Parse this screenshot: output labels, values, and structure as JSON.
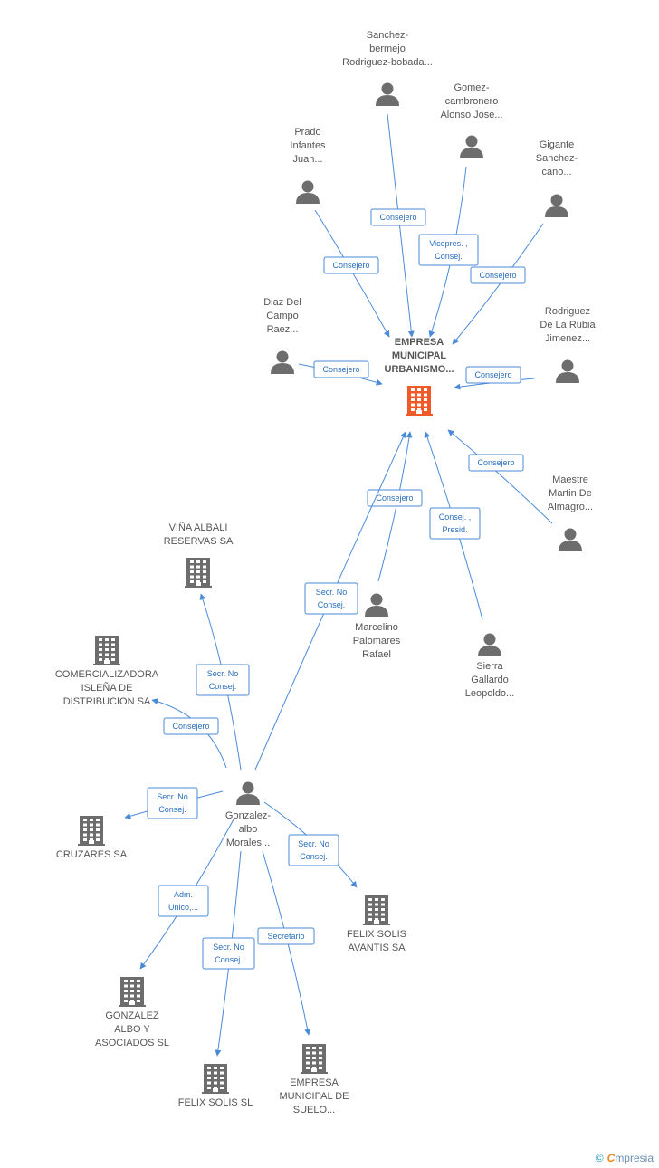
{
  "colors": {
    "accent": "#f05a28",
    "node": "#6d6d6d",
    "edge": "#4a8ad8",
    "label_text": "#2a6ebb"
  },
  "nodes": [
    {
      "id": "main",
      "type": "company-main",
      "lines": [
        "EMPRESA",
        "MUNICIPAL",
        "URBANISMO..."
      ]
    },
    {
      "id": "sanchez",
      "type": "person",
      "lines": [
        "Sanchez-",
        "bermejo",
        "Rodriguez-bobada..."
      ]
    },
    {
      "id": "gomez",
      "type": "person",
      "lines": [
        "Gomez-",
        "cambronero",
        "Alonso Jose..."
      ]
    },
    {
      "id": "prado",
      "type": "person",
      "lines": [
        "Prado",
        "Infantes",
        "Juan..."
      ]
    },
    {
      "id": "gigante",
      "type": "person",
      "lines": [
        "Gigante",
        "Sanchez-",
        "cano..."
      ]
    },
    {
      "id": "diaz",
      "type": "person",
      "lines": [
        "Diaz Del",
        "Campo",
        "Raez..."
      ]
    },
    {
      "id": "rodriguez",
      "type": "person",
      "lines": [
        "Rodriguez",
        "De La Rubia",
        "Jimenez..."
      ]
    },
    {
      "id": "maestre",
      "type": "person",
      "lines": [
        "Maestre",
        "Martin De",
        "Almagro..."
      ]
    },
    {
      "id": "marcelino",
      "type": "person",
      "lines": [
        "Marcelino",
        "Palomares",
        "Rafael"
      ]
    },
    {
      "id": "sierra",
      "type": "person",
      "lines": [
        "Sierra",
        "Gallardo",
        "Leopoldo..."
      ]
    },
    {
      "id": "gonzalez",
      "type": "person",
      "lines": [
        "Gonzalez-",
        "albo",
        "Morales..."
      ]
    },
    {
      "id": "vina",
      "type": "company",
      "lines": [
        "VIÑA ALBALI",
        "RESERVAS SA"
      ]
    },
    {
      "id": "comercializadora",
      "type": "company",
      "lines": [
        "COMERCIALIZADORA",
        "ISLEÑA DE",
        "DISTRIBUCION SA"
      ]
    },
    {
      "id": "cruzares",
      "type": "company",
      "lines": [
        "CRUZARES SA"
      ]
    },
    {
      "id": "felixavantis",
      "type": "company",
      "lines": [
        "FELIX SOLIS",
        "AVANTIS SA"
      ]
    },
    {
      "id": "gonzalezalbo",
      "type": "company",
      "lines": [
        "GONZALEZ",
        "ALBO Y",
        "ASOCIADOS SL"
      ]
    },
    {
      "id": "felixsl",
      "type": "company",
      "lines": [
        "FELIX SOLIS SL"
      ]
    },
    {
      "id": "suelo",
      "type": "company",
      "lines": [
        "EMPRESA",
        "MUNICIPAL DE",
        "SUELO..."
      ]
    }
  ],
  "edges": [
    {
      "from": "sanchez",
      "to": "main",
      "label": [
        "Consejero"
      ]
    },
    {
      "from": "gomez",
      "to": "main",
      "label": [
        "Vicepres. ,",
        "Consej."
      ]
    },
    {
      "from": "prado",
      "to": "main",
      "label": [
        "Consejero"
      ]
    },
    {
      "from": "gigante",
      "to": "main",
      "label": [
        "Consejero"
      ]
    },
    {
      "from": "diaz",
      "to": "main",
      "label": [
        "Consejero"
      ]
    },
    {
      "from": "rodriguez",
      "to": "main",
      "label": [
        "Consejero"
      ]
    },
    {
      "from": "maestre",
      "to": "main",
      "label": [
        "Consejero"
      ]
    },
    {
      "from": "marcelino",
      "to": "main",
      "label": [
        "Consejero"
      ]
    },
    {
      "from": "sierra",
      "to": "main",
      "label": [
        "Consej. ,",
        "Presid."
      ]
    },
    {
      "from": "gonzalez",
      "to": "main",
      "label": [
        "Secr. No",
        "Consej."
      ]
    },
    {
      "from": "gonzalez",
      "to": "vina",
      "label": [
        "Secr. No",
        "Consej."
      ]
    },
    {
      "from": "gonzalez",
      "to": "comercializadora",
      "label": [
        "Consejero"
      ]
    },
    {
      "from": "gonzalez",
      "to": "cruzares",
      "label": [
        "Secr. No",
        "Consej."
      ]
    },
    {
      "from": "gonzalez",
      "to": "felixavantis",
      "label": [
        "Secr. No",
        "Consej."
      ]
    },
    {
      "from": "gonzalez",
      "to": "gonzalezalbo",
      "label": [
        "Adm.",
        "Unico,..."
      ]
    },
    {
      "from": "gonzalez",
      "to": "felixsl",
      "label": [
        "Secr. No",
        "Consej."
      ]
    },
    {
      "from": "gonzalez",
      "to": "suelo",
      "label": [
        "Secretario"
      ]
    }
  ],
  "footer": {
    "copyright": "©",
    "brand_first": "C",
    "brand_rest": "mpresia"
  }
}
